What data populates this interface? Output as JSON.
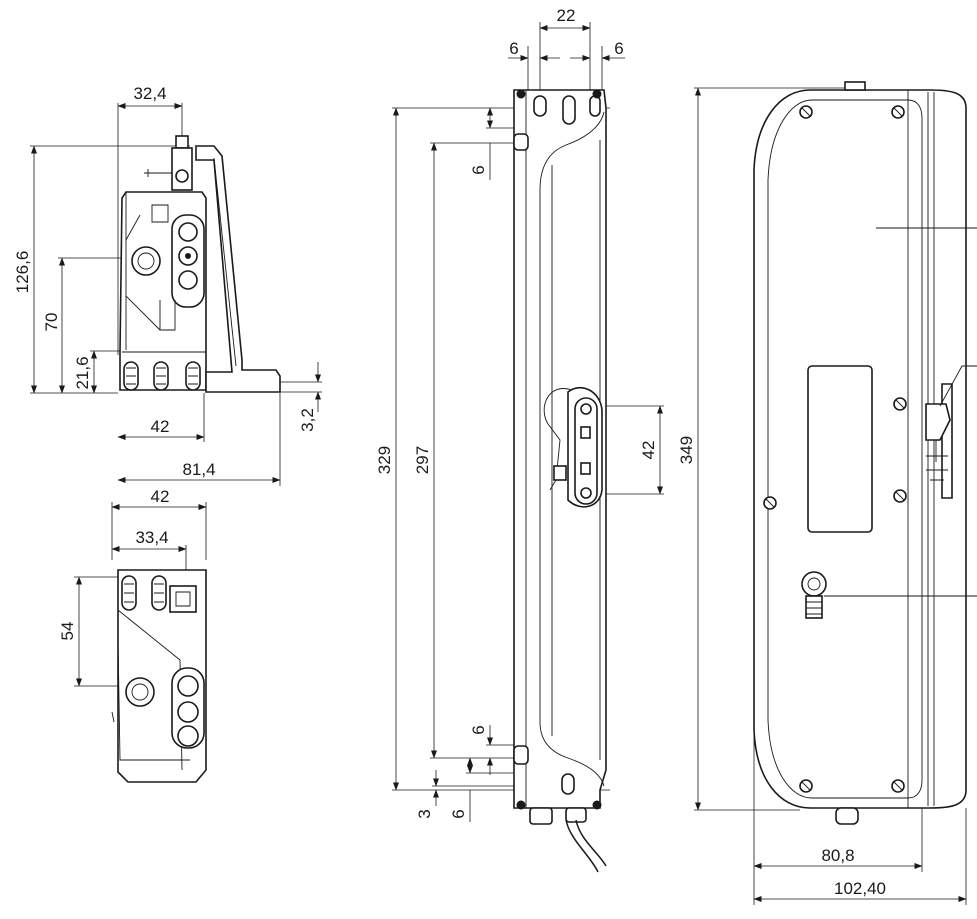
{
  "dimensions": {
    "side_top_width": "32,4",
    "side_height": "126,6",
    "side_hole_height": "70",
    "side_foot_height": "21,6",
    "side_plate_thickness": "3,2",
    "side_base_width": "42",
    "side_total_width": "81,4",
    "bottom_width": "42",
    "bottom_hole_offset": "33,4",
    "bottom_depth": "54",
    "front_slot_spacing": "22",
    "front_slot_left": "6",
    "front_slot_right": "6",
    "front_top_offset": "6",
    "front_height": "329",
    "front_inner_height": "297",
    "front_bracket_spacing": "42",
    "front_bottom_offset_a": "6",
    "front_bottom_offset_b": "3",
    "front_bottom_offset_c": "6",
    "rear_height": "349",
    "rear_width_inner": "80,8",
    "rear_width_outer": "102,40"
  },
  "icons": [
    "screw-icon",
    "cable-gland-icon",
    "connector-icon"
  ]
}
